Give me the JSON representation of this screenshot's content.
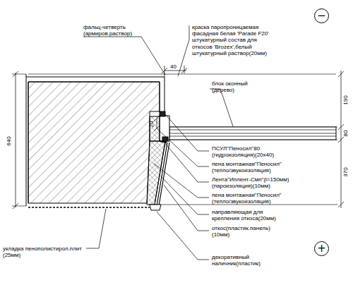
{
  "diagram": {
    "nodes": [
      {
        "text": [
          "−"
        ]
      },
      {
        "text": [
          "+"
        ]
      }
    ],
    "labels": [
      "фальц-четверть (армиров.раствор)",
      "краска паропроницаемая фасадная белая 'Parade F20' штукатурный состав для откосов 'Brozex',белый штукатурный раствор(20мм)",
      "40",
      "блок оконный (дерево)",
      "190",
      "80",
      "370",
      "640",
      "20",
      "ПСУЛ\"Пеносил\"80 (гидроизоляция)(20х40)",
      "пена монтажная\"Пеносил\" (тепло/звукоизоляция)",
      "Лента\"Иплент-Смп\"(l=150мм) (пароизоляция)(10мм)",
      "пена монтажная\"Пеносил\" (тепло/звукоизоляция)",
      "направляющая для крепления откоса(20мм)",
      "откос(пластик.панель) (10мм)",
      "укладка пенополистирол.плит (25мм)",
      "декоративный наличник(пластик)"
    ]
  }
}
